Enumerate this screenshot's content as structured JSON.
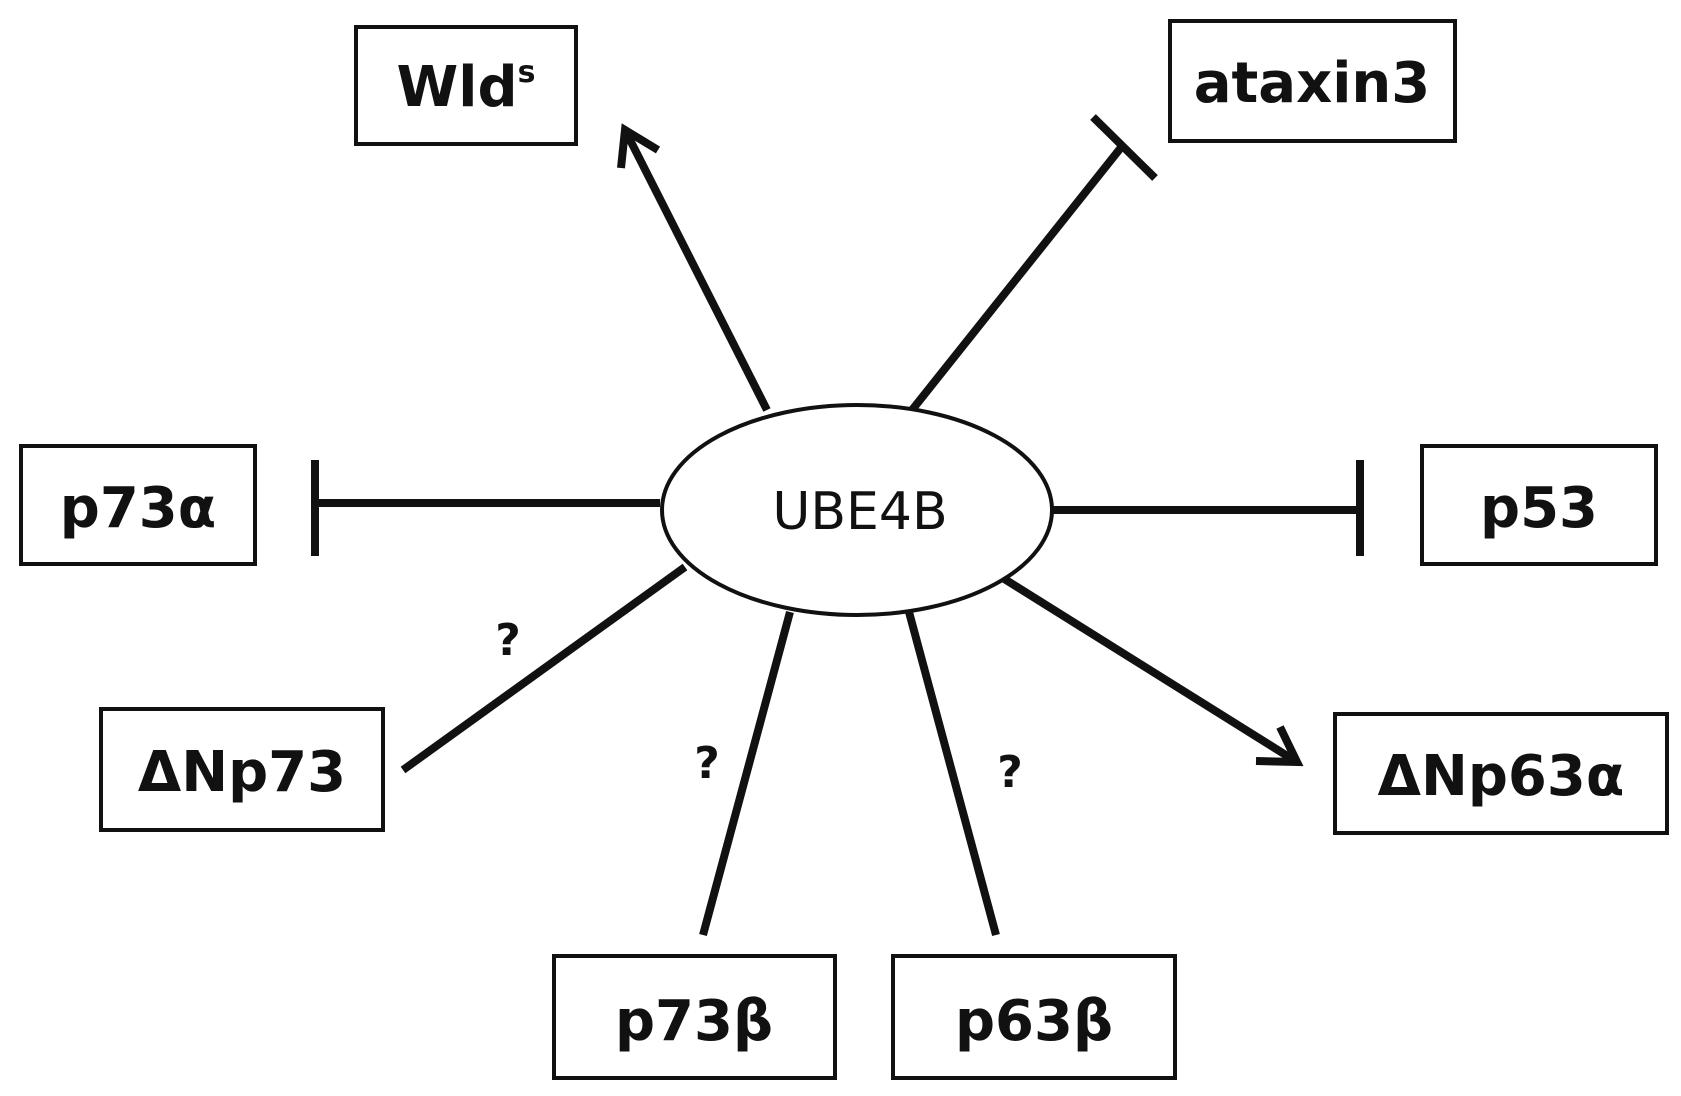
{
  "center": {
    "label": "UBE4B"
  },
  "nodes": {
    "wlds": {
      "label": "Wld",
      "sup": "s"
    },
    "ataxin3": {
      "label": "ataxin3"
    },
    "p73a": {
      "label": "p73α"
    },
    "p53": {
      "label": "p53"
    },
    "dnp73": {
      "label": "ΔNp73"
    },
    "dnp63a": {
      "label": "ΔNp63α"
    },
    "p73b": {
      "label": "p73β"
    },
    "p63b": {
      "label": "p63β"
    }
  },
  "edges": {
    "wlds": {
      "type": "activation",
      "question": ""
    },
    "ataxin3": {
      "type": "inhibition",
      "question": ""
    },
    "p73a": {
      "type": "inhibition",
      "question": ""
    },
    "p53": {
      "type": "inhibition",
      "question": ""
    },
    "dnp73": {
      "type": "unknown",
      "question": "?"
    },
    "p73b": {
      "type": "unknown",
      "question": "?"
    },
    "p63b": {
      "type": "unknown",
      "question": "?"
    },
    "dnp63a": {
      "type": "activation",
      "question": ""
    }
  }
}
